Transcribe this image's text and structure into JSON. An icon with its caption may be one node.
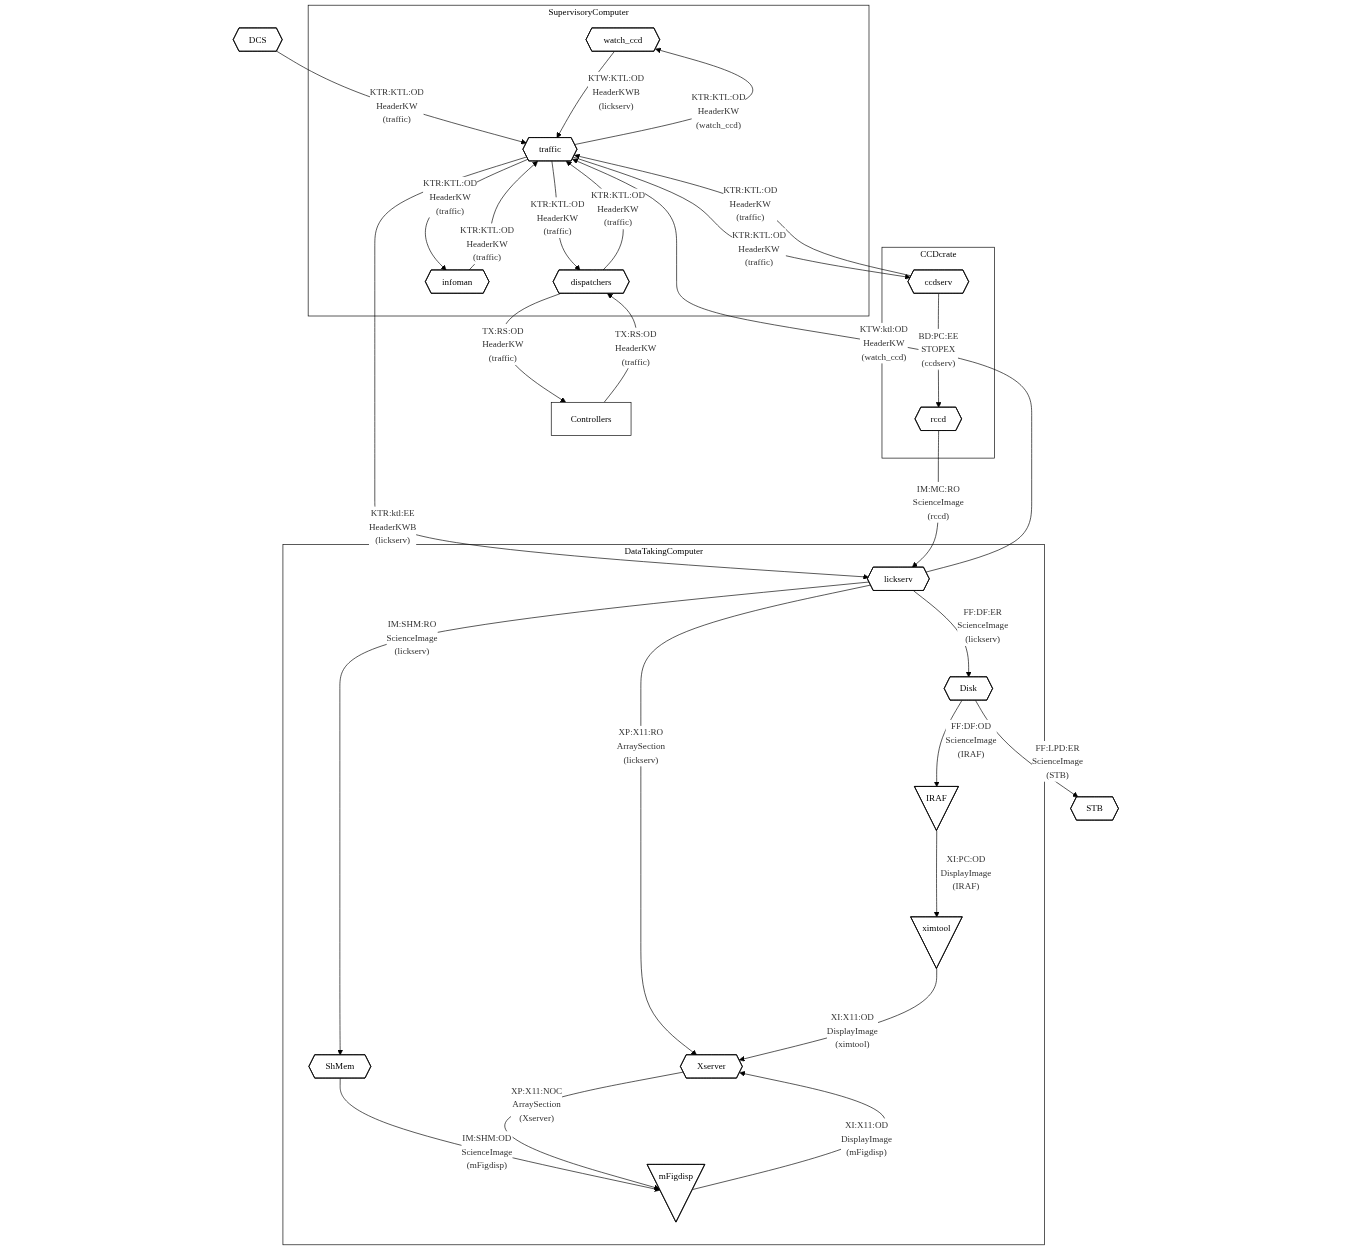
{
  "diagram": {
    "nodes": [
      {
        "text": [
          "SupervisoryComputer"
        ]
      },
      {
        "text": [
          "DCS"
        ]
      },
      {
        "text": [
          "watch_ccd"
        ],
        "in": 0
      },
      {
        "text": [
          "traffic"
        ],
        "in": 0
      },
      {
        "text": [
          "dispatchers"
        ],
        "in": 0
      },
      {
        "text": [
          "infoman"
        ],
        "in": 0
      },
      {
        "text": [
          "CCDcrate"
        ]
      },
      {
        "text": [
          "ccdserv"
        ],
        "in": 6
      },
      {
        "text": [
          "rccd"
        ],
        "in": 6
      },
      {
        "text": [
          "DataTakingComputer"
        ]
      },
      {
        "text": [
          "lickserv"
        ],
        "in": 9
      },
      {
        "text": [
          "Disk"
        ],
        "in": 9
      },
      {
        "text": [
          "ShMem"
        ],
        "in": 9
      },
      {
        "text": [
          "IRAF"
        ],
        "in": 9
      },
      {
        "text": [
          "ximtool"
        ],
        "in": 9
      },
      {
        "text": [
          "Xserver"
        ],
        "in": 9
      },
      {
        "text": [
          "mFigdisp"
        ],
        "in": 9
      },
      {
        "text": [
          "Controllers"
        ]
      },
      {
        "text": [
          "STB"
        ]
      }
    ],
    "edges": [
      {
        "from": 1,
        "to": 3,
        "arrow": "to",
        "label": "KTR:KTL:OD HeaderKW (traffic)"
      },
      {
        "from": 2,
        "to": 3,
        "arrow": "to",
        "label": "KTW:KTL:OD HeaderKWB (lickserv)"
      },
      {
        "from": 3,
        "to": 2,
        "arrow": "to",
        "label": "KTR:KTL:OD HeaderKW (watch_ccd)"
      },
      {
        "from": 7,
        "to": 3,
        "arrow": "to",
        "label": "KTR:KTL:OD HeaderKW (traffic)"
      },
      {
        "from": 3,
        "to": 7,
        "arrow": "to",
        "label": "KTR:KTL:OD HeaderKW (traffic)"
      },
      {
        "from": 3,
        "to": 4,
        "arrow": "to",
        "label": "KTR:KTL:OD HeaderKW (traffic)"
      },
      {
        "from": 4,
        "to": 3,
        "arrow": "to",
        "label": "KTR:KTL:OD HeaderKW (traffic)"
      },
      {
        "from": 3,
        "to": 5,
        "arrow": "to",
        "label": "KTR:KTL:OD HeaderKW (traffic)"
      },
      {
        "from": 5,
        "to": 3,
        "arrow": "to",
        "label": "KTR:KTL:OD HeaderKW (traffic)"
      },
      {
        "from": 10,
        "to": 3,
        "arrow": "to",
        "label": "KTW:ktl:OD HeaderKW (watch_ccd)"
      },
      {
        "from": 3,
        "to": 10,
        "arrow": "to",
        "label": "KTR:ktl:EE HeaderKWB (lickserv)"
      },
      {
        "from": 7,
        "to": 8,
        "arrow": "to",
        "label": "BD:PC:EE STOPEX (ccdserv)"
      },
      {
        "from": 8,
        "to": 10,
        "arrow": "to",
        "label": "IM:MC:RO ScienceImage (rccd)"
      },
      {
        "from": 4,
        "to": 17,
        "arrow": "to",
        "label": "TX:RS:OD HeaderKW (traffic)"
      },
      {
        "from": 17,
        "to": 4,
        "arrow": "to",
        "label": "TX:RS:OD HeaderKW (traffic)"
      },
      {
        "from": 10,
        "to": 11,
        "arrow": "to",
        "label": "FF:DF:ER ScienceImage (lickserv)"
      },
      {
        "from": 10,
        "to": 12,
        "arrow": "to",
        "label": "IM:SHM:RO ScienceImage (lickserv)"
      },
      {
        "from": 10,
        "to": 15,
        "arrow": "to",
        "label": "XP:X11:RO ArraySection (lickserv)"
      },
      {
        "from": 11,
        "to": 13,
        "arrow": "to",
        "label": "FF:DF:OD ScienceImage (IRAF)"
      },
      {
        "from": 11,
        "to": 18,
        "arrow": "to",
        "label": "FF:LPD:ER ScienceImage (STB)"
      },
      {
        "from": 13,
        "to": 14,
        "arrow": "to",
        "label": "XI:PC:OD DisplayImage (IRAF)"
      },
      {
        "from": 14,
        "to": 15,
        "arrow": "to",
        "label": "XI:X11:OD DisplayImage (ximtool)"
      },
      {
        "from": 12,
        "to": 16,
        "arrow": "to",
        "label": "IM:SHM:OD ScienceImage (mFigdisp)"
      },
      {
        "from": 15,
        "to": 16,
        "arrow": "to",
        "label": "XP:X11:NOC ArraySection (Xserver)"
      },
      {
        "from": 16,
        "to": 15,
        "arrow": "to",
        "label": "XI:X11:OD DisplayImage (mFigdisp)"
      }
    ]
  }
}
